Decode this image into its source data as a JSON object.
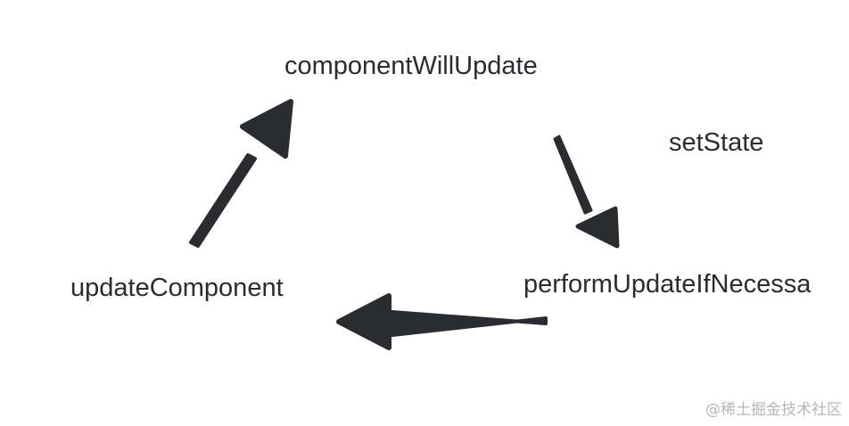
{
  "diagram": {
    "nodes": {
      "component_will_update": "componentWillUpdate",
      "set_state": "setState",
      "update_component": "updateComponent",
      "perform_update_if_necessary": "performUpdateIfNecessa"
    },
    "arrow_color": "#2b2c30",
    "edges": [
      {
        "from": "updateComponent",
        "to": "componentWillUpdate"
      },
      {
        "from": "componentWillUpdate",
        "to": "performUpdateIfNecessa"
      },
      {
        "from": "performUpdateIfNecessa",
        "to": "updateComponent"
      }
    ]
  },
  "watermark": "@稀土掘金技术社区"
}
